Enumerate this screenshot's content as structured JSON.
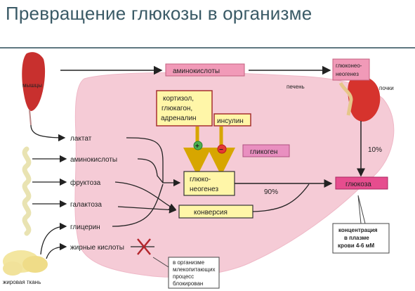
{
  "title": "Превращение глюкозы в организме",
  "nodes": {
    "muscle": "мышцы",
    "amino_top": "аминокислоты",
    "liver": "печень",
    "gng_kidney": [
      "глюконео-",
      "неогенез"
    ],
    "kidney": "почки",
    "hormones": [
      "кортизол,",
      "глюкагон,",
      "адреналин"
    ],
    "insulin": "инсулин",
    "plus": "+",
    "minus": "−",
    "glycogen": "гликоген",
    "pct10": "10%",
    "lactate": "лактат",
    "amino": "аминокислоты",
    "fructose": "фруктоза",
    "galactose": "галактоза",
    "glycerol": "глицерин",
    "fatty": "жирные кислоты",
    "adipose": "жировая ткань",
    "gng_liver": [
      "глюко-",
      "неогенез"
    ],
    "pct90": "90%",
    "glucose": "глюкоза",
    "conversion": "конверсия",
    "concentration": [
      "концентрация",
      "в плазме",
      "крови 4-6 мМ"
    ],
    "blocked_note": [
      "в организме",
      "млекопитающих",
      "процесс",
      "блокирован"
    ]
  },
  "colors": {
    "liver": "#f5cbd6",
    "amino_box": "#f19ab8",
    "yellow_box": "#fff6a8",
    "glycogen_box": "#e98fc0",
    "glucose_box": "#e64d8e",
    "muscle": "#c8302e",
    "kidney": "#d6332d",
    "cross": "#b3262c"
  }
}
